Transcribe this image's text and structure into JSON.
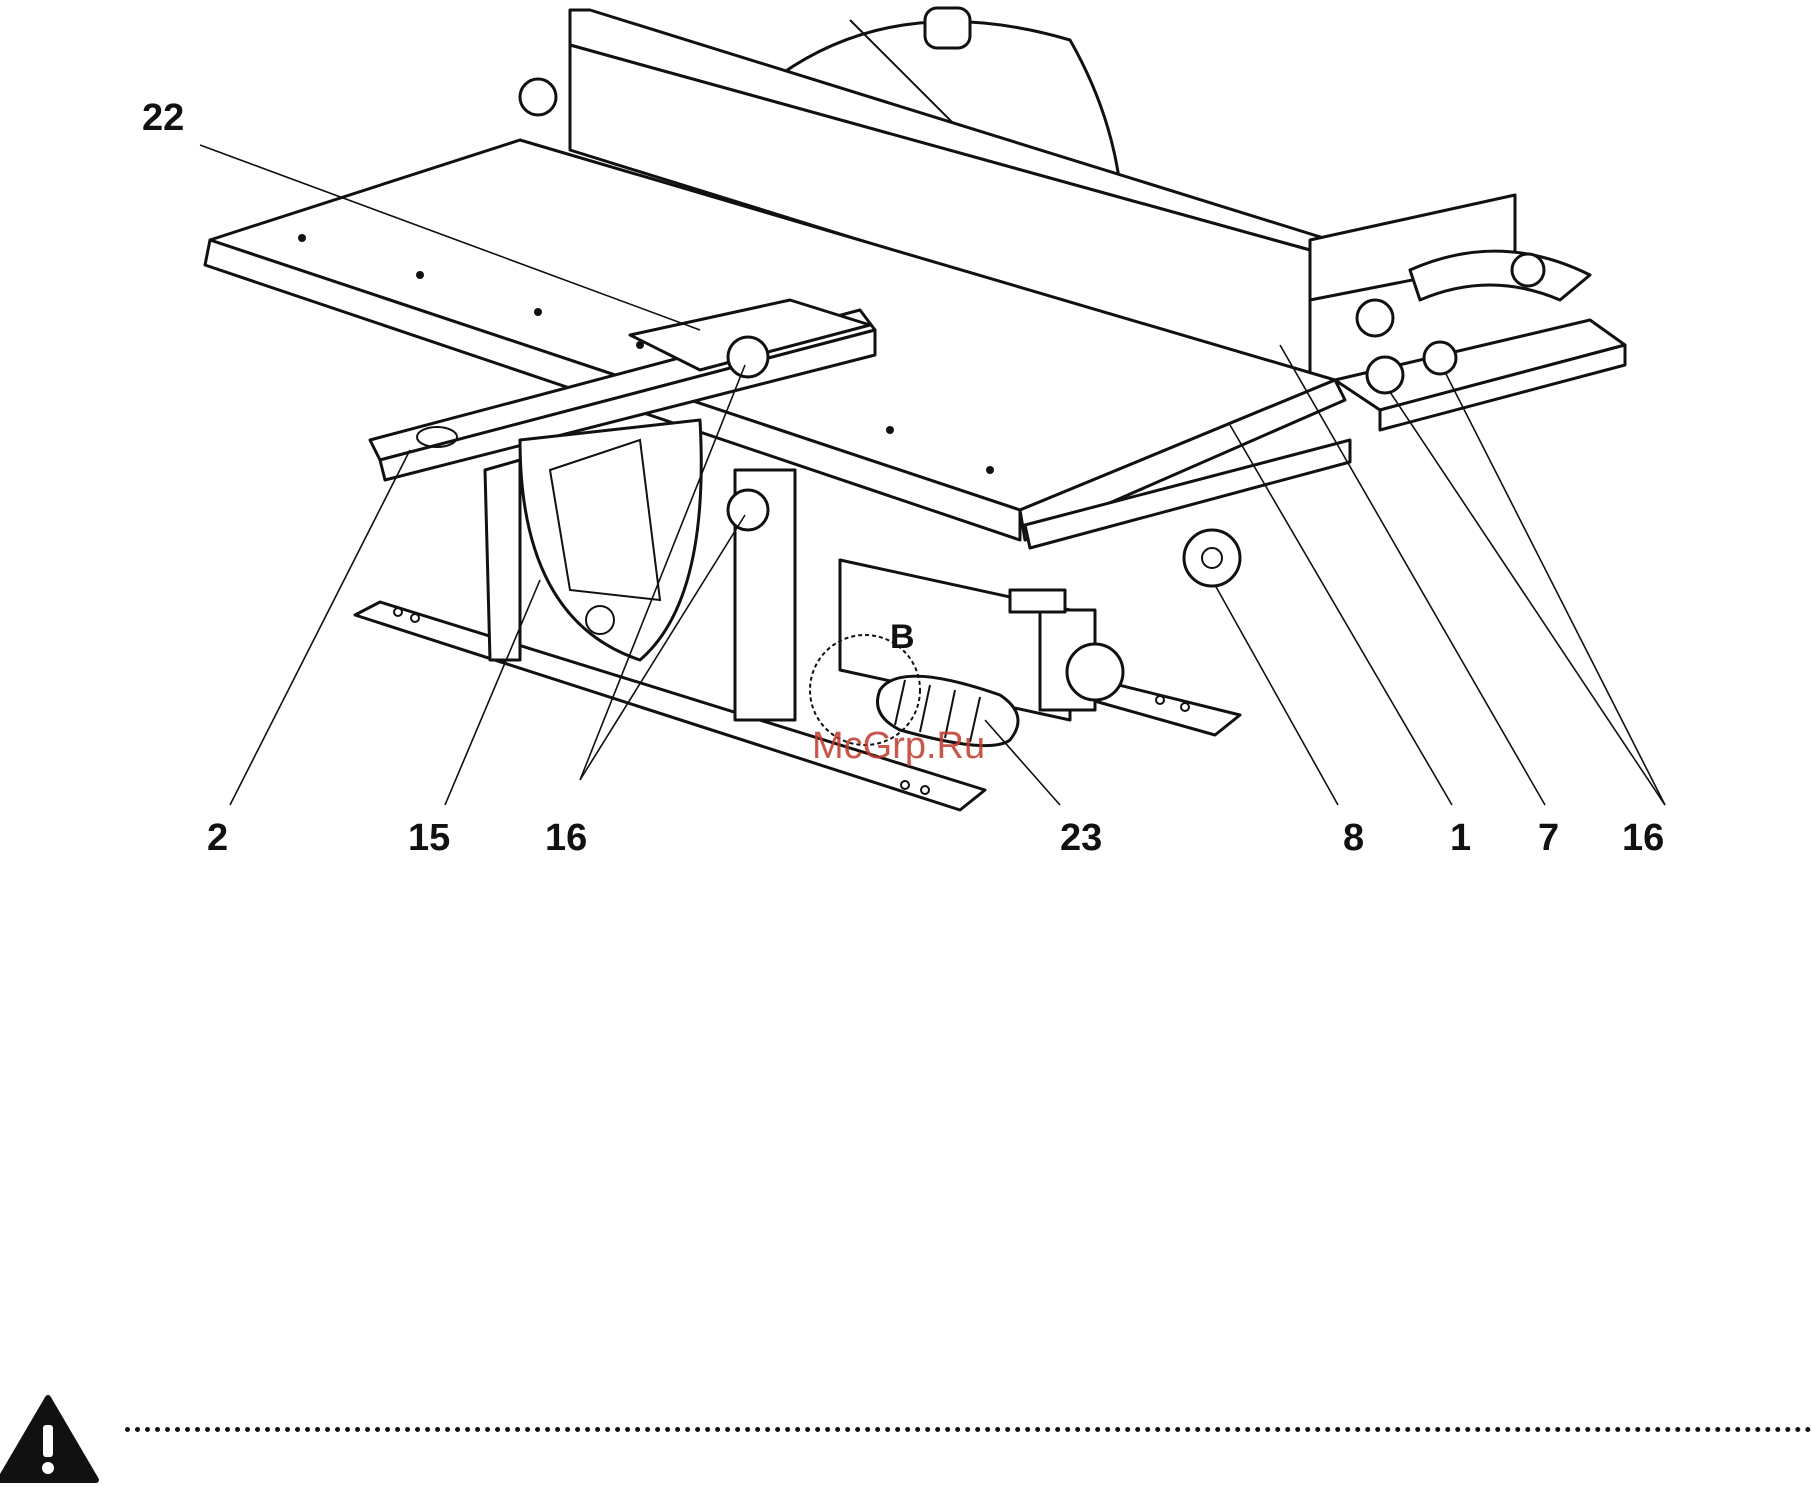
{
  "callouts": [
    {
      "id": "c22",
      "label": "22"
    },
    {
      "id": "c2",
      "label": "2"
    },
    {
      "id": "c15",
      "label": "15"
    },
    {
      "id": "c16a",
      "label": "16"
    },
    {
      "id": "c23",
      "label": "23"
    },
    {
      "id": "c8",
      "label": "8"
    },
    {
      "id": "c1",
      "label": "1"
    },
    {
      "id": "c7",
      "label": "7"
    },
    {
      "id": "c16b",
      "label": "16"
    }
  ],
  "inset_label": "B",
  "watermark": "McGrp.Ru",
  "colors": {
    "line": "#111111",
    "watermark": "#c0392b",
    "background": "#ffffff"
  },
  "icons": {
    "warning": "warning-triangle-icon"
  }
}
